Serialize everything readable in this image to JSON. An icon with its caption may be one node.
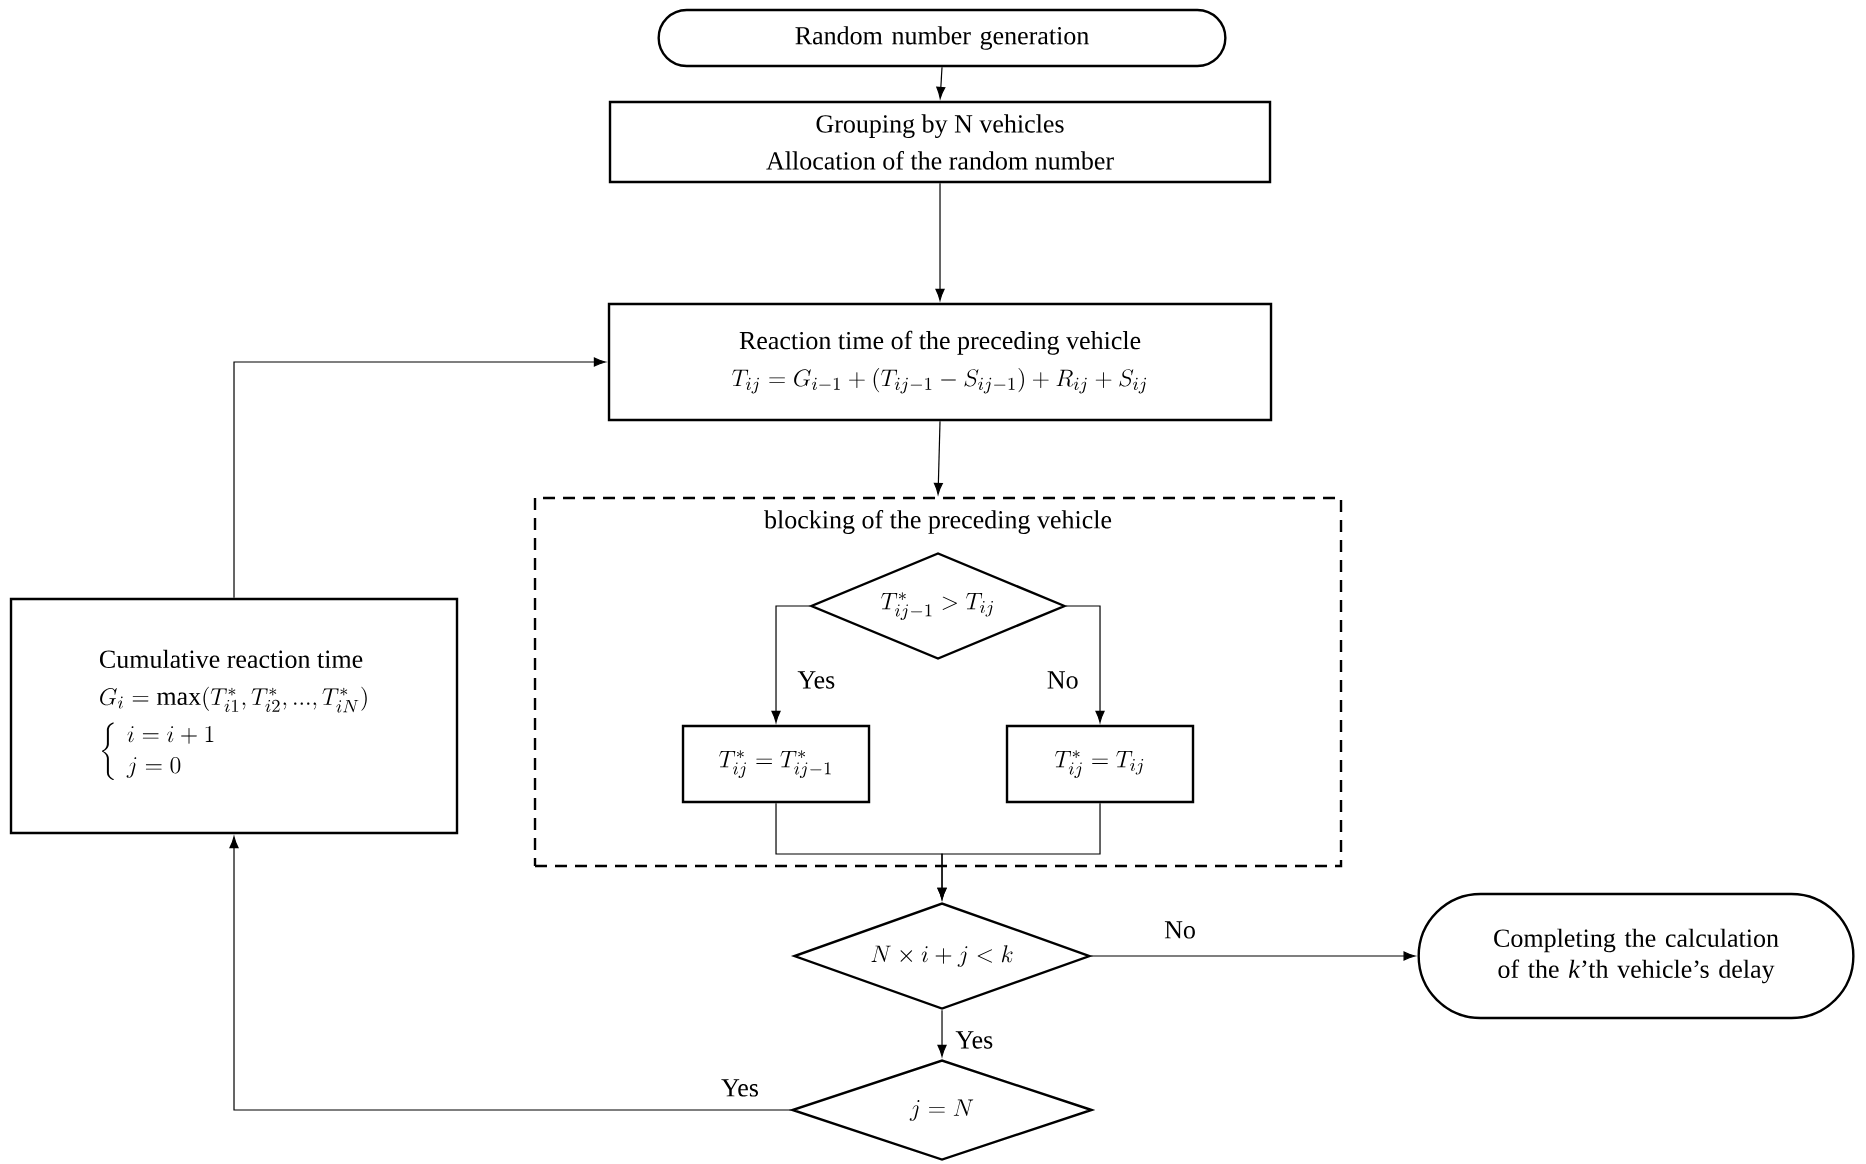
{
  "diagram": {
    "nodes": [
      {
        "text": [
          "Random number generation"
        ]
      },
      {
        "text": [
          "Grouping by N vehicles",
          "Allocation of the random number"
        ]
      },
      {
        "text": [
          "Reaction time of the preceding vehicle",
          "T_{ij} = G_{i-1} + (T_{ij-1} - S_{ij-1}) + R_{ij} + S_{ij}"
        ]
      },
      {
        "text": [
          "blocking of the preceding vehicle"
        ]
      },
      {
        "text": [
          "T^{*}_{ij-1} > T_{ij}"
        ],
        "in": 3
      },
      {
        "text": [
          "T^{*}_{ij} = T^{*}_{ij-1}"
        ],
        "in": 3
      },
      {
        "text": [
          "T^{*}_{ij} = T_{ij}"
        ],
        "in": 3
      },
      {
        "text": [
          "N \\times i + j < k"
        ]
      },
      {
        "text": [
          "Completing the calculation of the *k*’th vehicle’s delay"
        ]
      },
      {
        "text": [
          "j = N"
        ]
      },
      {
        "text": [
          "Cumulative reaction time",
          "G_{i} = \\max(T^{*}_{i1}, T^{*}_{i2}, ..., T^{*}_{iN})",
          "\\left\\{\\begin{array}{l} i = i + 1 \\\\ j = 0 \\end{array}\\right."
        ]
      }
    ],
    "edges": [
      {
        "from": 0,
        "to": 1,
        "arrow": "to"
      },
      {
        "from": 1,
        "to": 2,
        "arrow": "to"
      },
      {
        "from": 2,
        "to": 3,
        "arrow": "to"
      },
      {
        "from": 4,
        "to": 5,
        "arrow": "to",
        "label": "Yes"
      },
      {
        "from": 4,
        "to": 6,
        "arrow": "to",
        "label": "No"
      },
      {
        "from": 5,
        "to": 7,
        "arrow": "to"
      },
      {
        "from": 6,
        "to": 7,
        "arrow": "to"
      },
      {
        "from": 7,
        "to": 8,
        "arrow": "to",
        "label": "No"
      },
      {
        "from": 7,
        "to": 9,
        "arrow": "to",
        "label": "Yes"
      },
      {
        "from": 9,
        "to": 10,
        "arrow": "to",
        "label": "Yes"
      },
      {
        "from": 10,
        "to": 2,
        "arrow": "to"
      }
    ]
  }
}
